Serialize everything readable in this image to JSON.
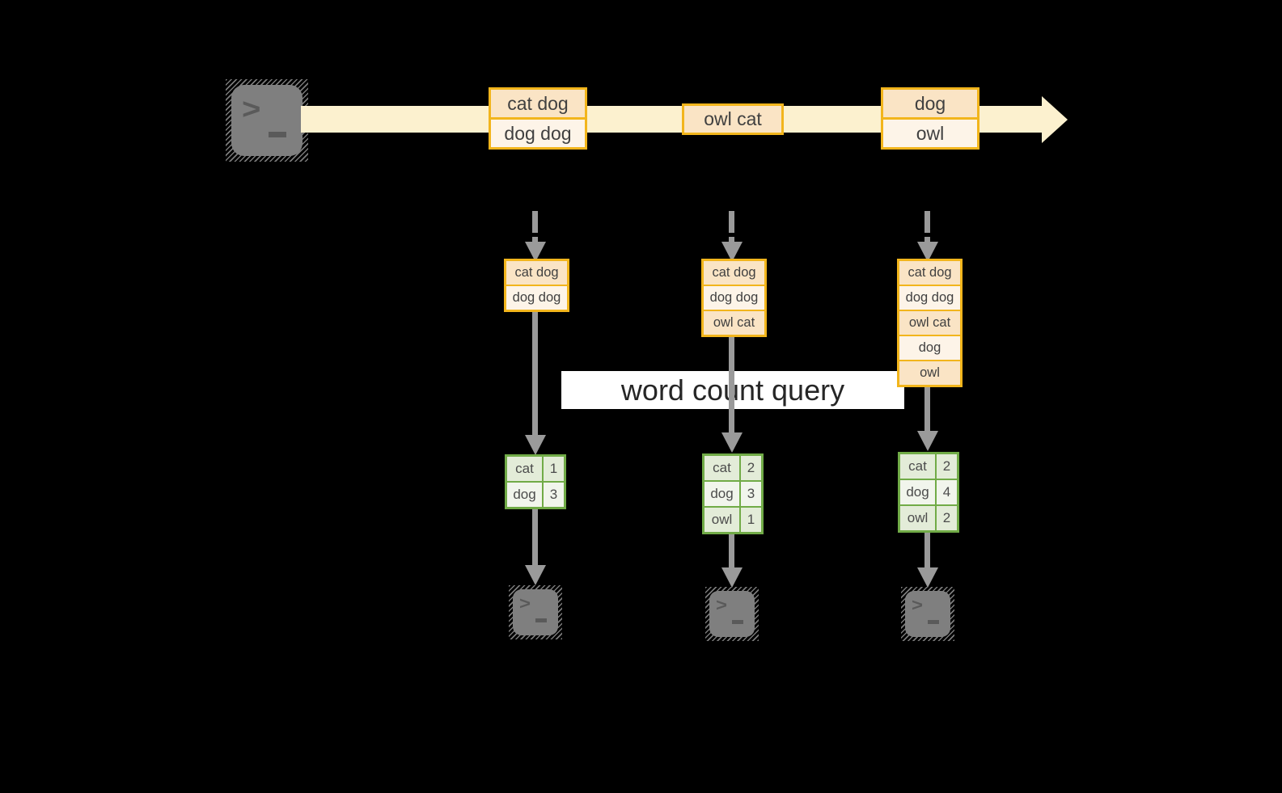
{
  "diagram": {
    "banner": "word count query",
    "prompt_char": ">",
    "stream": {
      "batches": [
        {
          "items": [
            "cat dog",
            "dog dog"
          ]
        },
        {
          "items": [
            "owl cat"
          ]
        },
        {
          "items": [
            "dog",
            "owl"
          ]
        }
      ]
    },
    "columns": [
      {
        "buffer": [
          "cat dog",
          "dog dog"
        ],
        "counts": [
          {
            "word": "cat",
            "count": "1"
          },
          {
            "word": "dog",
            "count": "3"
          }
        ]
      },
      {
        "buffer": [
          "cat dog",
          "dog dog",
          "owl cat"
        ],
        "counts": [
          {
            "word": "cat",
            "count": "2"
          },
          {
            "word": "dog",
            "count": "3"
          },
          {
            "word": "owl",
            "count": "1"
          }
        ]
      },
      {
        "buffer": [
          "cat dog",
          "dog dog",
          "owl cat",
          "dog",
          "owl"
        ],
        "counts": [
          {
            "word": "cat",
            "count": "2"
          },
          {
            "word": "dog",
            "count": "4"
          },
          {
            "word": "owl",
            "count": "2"
          }
        ]
      }
    ],
    "colors": {
      "background": "#000000",
      "stream_band": "#fcf1cf",
      "box_border": "#f2b51c",
      "box_fill_dark": "#fae4c5",
      "box_fill_light": "#fdf4e8",
      "table_border": "#71ab47",
      "table_fill_dark": "#e3ecd8",
      "table_fill_light": "#f1f5ec",
      "arrow_gray": "#9a9a9a",
      "terminal_gray": "#7f7f7f",
      "banner_bg": "#ffffff"
    }
  }
}
